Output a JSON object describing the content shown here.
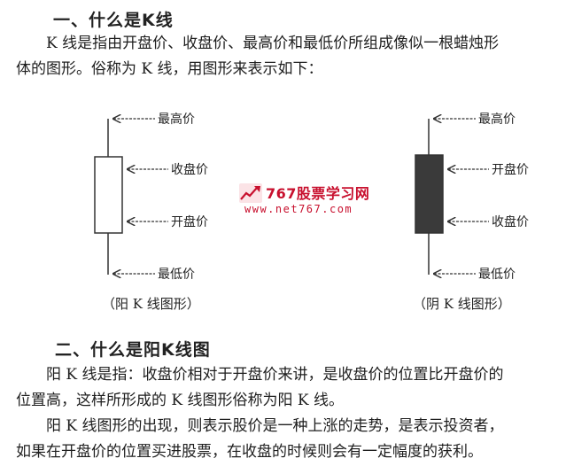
{
  "section1": {
    "heading": "一、什么是K线",
    "paragraph_line1": "K 线是指由开盘价、收盘价、最高价和最低价所组成像似一根蜡烛形",
    "paragraph_line2": "体的图形。俗称为 K 线，用图形来表示如下："
  },
  "diagram": {
    "yang": {
      "labels": {
        "high": "最高价",
        "close": "收盘价",
        "open": "开盘价",
        "low": "最低价"
      },
      "caption": "（阳 K 线图形）",
      "body_color": "#ffffff"
    },
    "yin": {
      "labels": {
        "high": "最高价",
        "open": "开盘价",
        "close": "收盘价",
        "low": "最低价"
      },
      "caption": "（阴 K 线图形）",
      "body_color": "#3a3a3a"
    }
  },
  "watermark": {
    "title": "767股票学习网",
    "url": "www.net767.com",
    "color": "#c8102e"
  },
  "section2": {
    "heading": "二、什么是阳K线图",
    "p1_line1": "阳 K 线是指：收盘价相对于开盘价来讲，是收盘价的位置比开盘价的",
    "p1_line2": "位置高，这样所形成的 K 线图形俗称为阳 K 线。",
    "p2_line1": "阳 K 线图形的出现，则表示股价是一种上涨的走势，是表示投资者，",
    "p2_line2": "如果在开盘价的位置买进股票，在收盘的时候则会有一定幅度的获利。"
  }
}
